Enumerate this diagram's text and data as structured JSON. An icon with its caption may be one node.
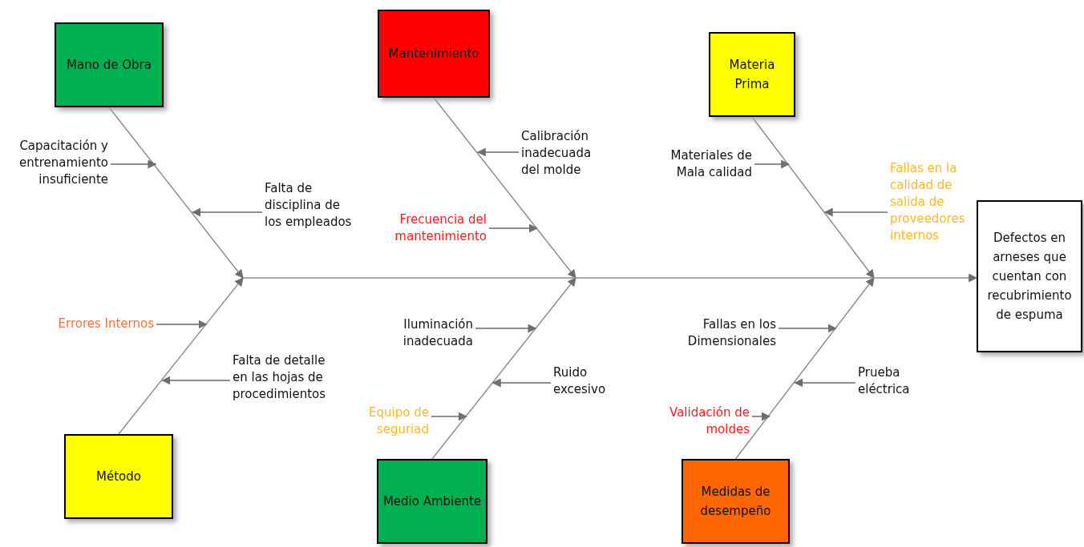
{
  "diagram": {
    "nodes": [
      {
        "text": [
          "Mano de Obra"
        ]
      },
      {
        "text": [
          "Mantenimiento"
        ]
      },
      {
        "text": [
          "Materia Prima"
        ]
      },
      {
        "text": [
          "Defectos en arneses que cuentan con recubrimiento de espuma"
        ]
      },
      {
        "text": [
          "Método"
        ]
      },
      {
        "text": [
          "Medio Ambiente"
        ]
      },
      {
        "text": [
          "Medidas de desempeño"
        ]
      },
      {
        "text": [
          "Capacitación y entrenamiento insuficiente"
        ]
      },
      {
        "text": [
          "Falta de disciplina de los empleados"
        ]
      },
      {
        "text": [
          "Calibración inadecuada del molde"
        ]
      },
      {
        "text": [
          "Frecuencia del mantenimiento"
        ]
      },
      {
        "text": [
          "Materiales de Mala calidad"
        ]
      },
      {
        "text": [
          "Fallas en la calidad de salida de proveedores internos"
        ]
      },
      {
        "text": [
          "Errores Internos"
        ]
      },
      {
        "text": [
          "Falta de detalle en las hojas de procedimientos"
        ]
      },
      {
        "text": [
          "Iluminación inadecuada"
        ]
      },
      {
        "text": [
          "Ruido excesivo"
        ]
      },
      {
        "text": [
          "Equipo de seguriad"
        ]
      },
      {
        "text": [
          "Fallas en los Dimensionales"
        ]
      },
      {
        "text": [
          "Prueba eléctrica"
        ]
      },
      {
        "text": [
          "Validación de moldes"
        ]
      }
    ],
    "edges": [
      {
        "from": 0,
        "to": null,
        "arrow": "to"
      },
      {
        "from": 1,
        "to": null,
        "arrow": "to"
      },
      {
        "from": 2,
        "to": null,
        "arrow": "to"
      },
      {
        "from": 4,
        "to": null,
        "arrow": "to"
      },
      {
        "from": 5,
        "to": null,
        "arrow": "to"
      },
      {
        "from": 6,
        "to": null,
        "arrow": "to"
      },
      {
        "from": null,
        "to": 3,
        "arrow": "to"
      },
      {
        "from": 7,
        "to": null,
        "arrow": "to"
      },
      {
        "from": 8,
        "to": null,
        "arrow": "to"
      },
      {
        "from": 9,
        "to": null,
        "arrow": "to"
      },
      {
        "from": 10,
        "to": null,
        "arrow": "to"
      },
      {
        "from": 11,
        "to": null,
        "arrow": "to"
      },
      {
        "from": 12,
        "to": null,
        "arrow": "to"
      },
      {
        "from": 13,
        "to": null,
        "arrow": "to"
      },
      {
        "from": 14,
        "to": null,
        "arrow": "to"
      },
      {
        "from": 15,
        "to": null,
        "arrow": "to"
      },
      {
        "from": 16,
        "to": null,
        "arrow": "to"
      },
      {
        "from": 17,
        "to": null,
        "arrow": "to"
      },
      {
        "from": 18,
        "to": null,
        "arrow": "to"
      },
      {
        "from": 19,
        "to": null,
        "arrow": "to"
      },
      {
        "from": 20,
        "to": null,
        "arrow": "to"
      }
    ]
  }
}
